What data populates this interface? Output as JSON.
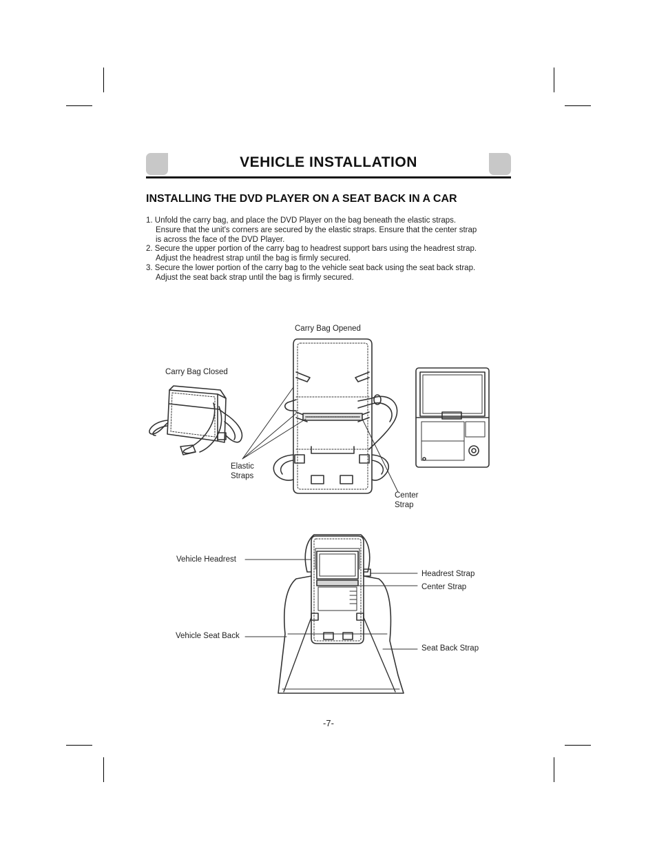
{
  "header": {
    "title": "VEHICLE INSTALLATION"
  },
  "section": {
    "heading": "INSTALLING THE DVD PLAYER ON A SEAT BACK IN A CAR"
  },
  "steps": [
    [
      "1. Unfold the carry bag, and place the DVD Player on the bag beneath the elastic straps.",
      "Ensure that the unit's corners are secured by the elastic straps. Ensure that the center strap",
      "is across the face of the DVD Player."
    ],
    [
      "2. Secure the upper portion of the carry bag to headrest support bars using the headrest strap.",
      "Adjust the headrest strap until the bag is firmly secured."
    ],
    [
      "3. Secure the lower portion of the carry bag to the vehicle seat back using the seat back strap.",
      "Adjust the seat back strap until the bag is firmly secured."
    ]
  ],
  "figure_top": {
    "carry_bag_opened": "Carry Bag Opened",
    "carry_bag_closed": "Carry Bag Closed",
    "elastic_straps_1": "Elastic",
    "elastic_straps_2": "Straps",
    "center_strap_1": "Center",
    "center_strap_2": "Strap"
  },
  "figure_bottom": {
    "vehicle_headrest": "Vehicle Headrest",
    "vehicle_seat_back": "Vehicle Seat Back",
    "headrest_strap": "Headrest Strap",
    "center_strap": "Center Strap",
    "seat_back_strap": "Seat Back Strap"
  },
  "footer": {
    "page_number": "-7-"
  }
}
